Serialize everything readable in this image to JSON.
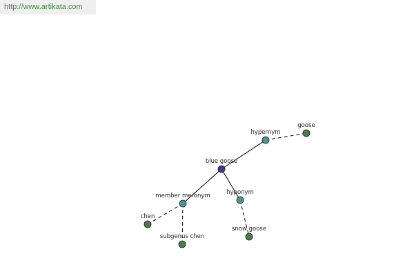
{
  "site_url": "http://www.artikata.com",
  "colors": {
    "center": "#3d3d8f",
    "relation": "#4a9696",
    "leaf": "#4a7d4a",
    "edge": "#000000",
    "url_text": "#3a8a3a"
  },
  "graph": {
    "nodes": [
      {
        "id": "blue-goose",
        "label": "blue goose",
        "kind": "center"
      },
      {
        "id": "hypernym",
        "label": "hypernym",
        "kind": "relation"
      },
      {
        "id": "member-meronym",
        "label": "member meronym",
        "kind": "relation"
      },
      {
        "id": "hyponym",
        "label": "hyponym",
        "kind": "relation"
      },
      {
        "id": "goose",
        "label": "goose",
        "kind": "leaf"
      },
      {
        "id": "chen",
        "label": "chen",
        "kind": "leaf"
      },
      {
        "id": "subgenus-chen",
        "label": "subgenus chen",
        "kind": "leaf"
      },
      {
        "id": "snow-goose",
        "label": "snow goose",
        "kind": "leaf"
      }
    ],
    "edges": [
      {
        "from": "blue-goose",
        "to": "hypernym",
        "style": "solid"
      },
      {
        "from": "blue-goose",
        "to": "member-meronym",
        "style": "solid"
      },
      {
        "from": "blue-goose",
        "to": "hyponym",
        "style": "solid"
      },
      {
        "from": "hypernym",
        "to": "goose",
        "style": "dashed"
      },
      {
        "from": "member-meronym",
        "to": "chen",
        "style": "dashed"
      },
      {
        "from": "member-meronym",
        "to": "subgenus-chen",
        "style": "dashed"
      },
      {
        "from": "hyponym",
        "to": "snow-goose",
        "style": "dashed"
      }
    ]
  }
}
